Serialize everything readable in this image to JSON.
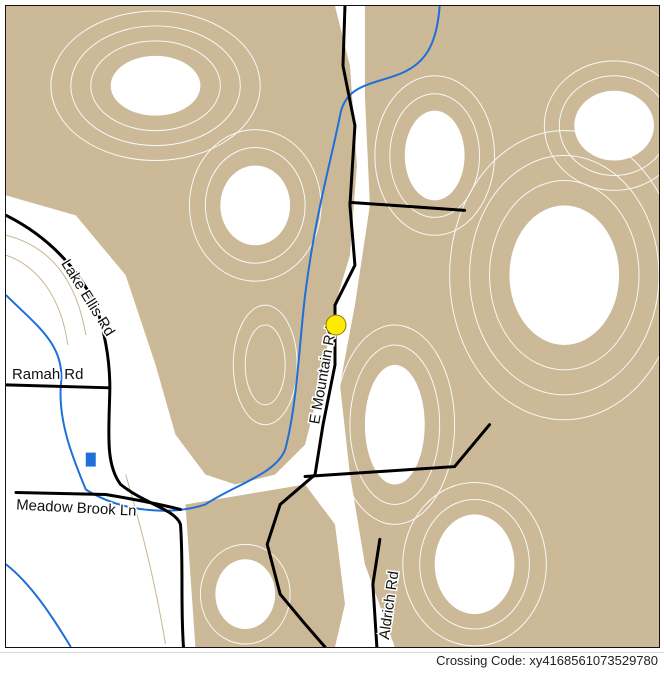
{
  "map": {
    "road_labels": {
      "lake_ellis": "Lake Ellis Rd",
      "ramah": "Ramah Rd",
      "meadow_brook": "Meadow Brook Ln",
      "e_mountain": "E Mountain Rd",
      "aldrich": "Aldrich Rd"
    },
    "colors": {
      "terrain": "#c8b592",
      "contour": "#c8b592",
      "road": "#000000",
      "stream": "#1e6fd9",
      "marker": "#ffeb00",
      "pond": "#1e6fd9"
    },
    "marker": {
      "icon": "yellow-circle-marker-icon"
    }
  },
  "footer": {
    "crossing_code": "Crossing Code: xy4168561073529780"
  }
}
